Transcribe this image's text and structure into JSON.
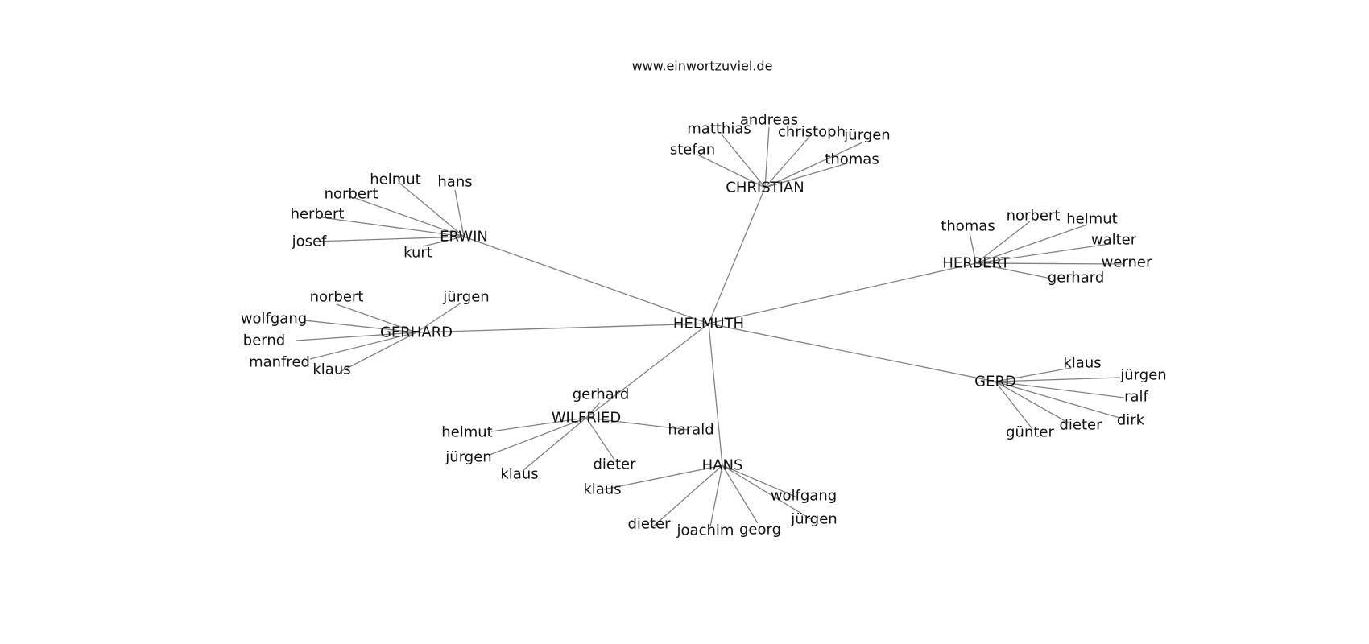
{
  "title": "www.einwortzuviel.de",
  "center": "HELMUTH",
  "groups": [
    {
      "hub": "CHRISTIAN",
      "leaves": [
        "matthias",
        "andreas",
        "christoph",
        "jürgen",
        "stefan",
        "thomas"
      ]
    },
    {
      "hub": "ERWIN",
      "leaves": [
        "helmut",
        "hans",
        "norbert",
        "herbert",
        "josef",
        "kurt"
      ]
    },
    {
      "hub": "HERBERT",
      "leaves": [
        "thomas",
        "norbert",
        "helmut",
        "walter",
        "werner",
        "gerhard"
      ]
    },
    {
      "hub": "GERHARD",
      "leaves": [
        "norbert",
        "jürgen",
        "wolfgang",
        "bernd",
        "manfred",
        "klaus"
      ]
    },
    {
      "hub": "GERD",
      "leaves": [
        "klaus",
        "jürgen",
        "ralf",
        "dirk",
        "dieter",
        "günter"
      ]
    },
    {
      "hub": "WILFRIED",
      "leaves": [
        "gerhard",
        "helmut",
        "harald",
        "jürgen",
        "klaus",
        "dieter"
      ]
    },
    {
      "hub": "HANS",
      "leaves": [
        "klaus",
        "wolfgang",
        "jürgen",
        "dieter",
        "joachim",
        "georg"
      ]
    }
  ]
}
